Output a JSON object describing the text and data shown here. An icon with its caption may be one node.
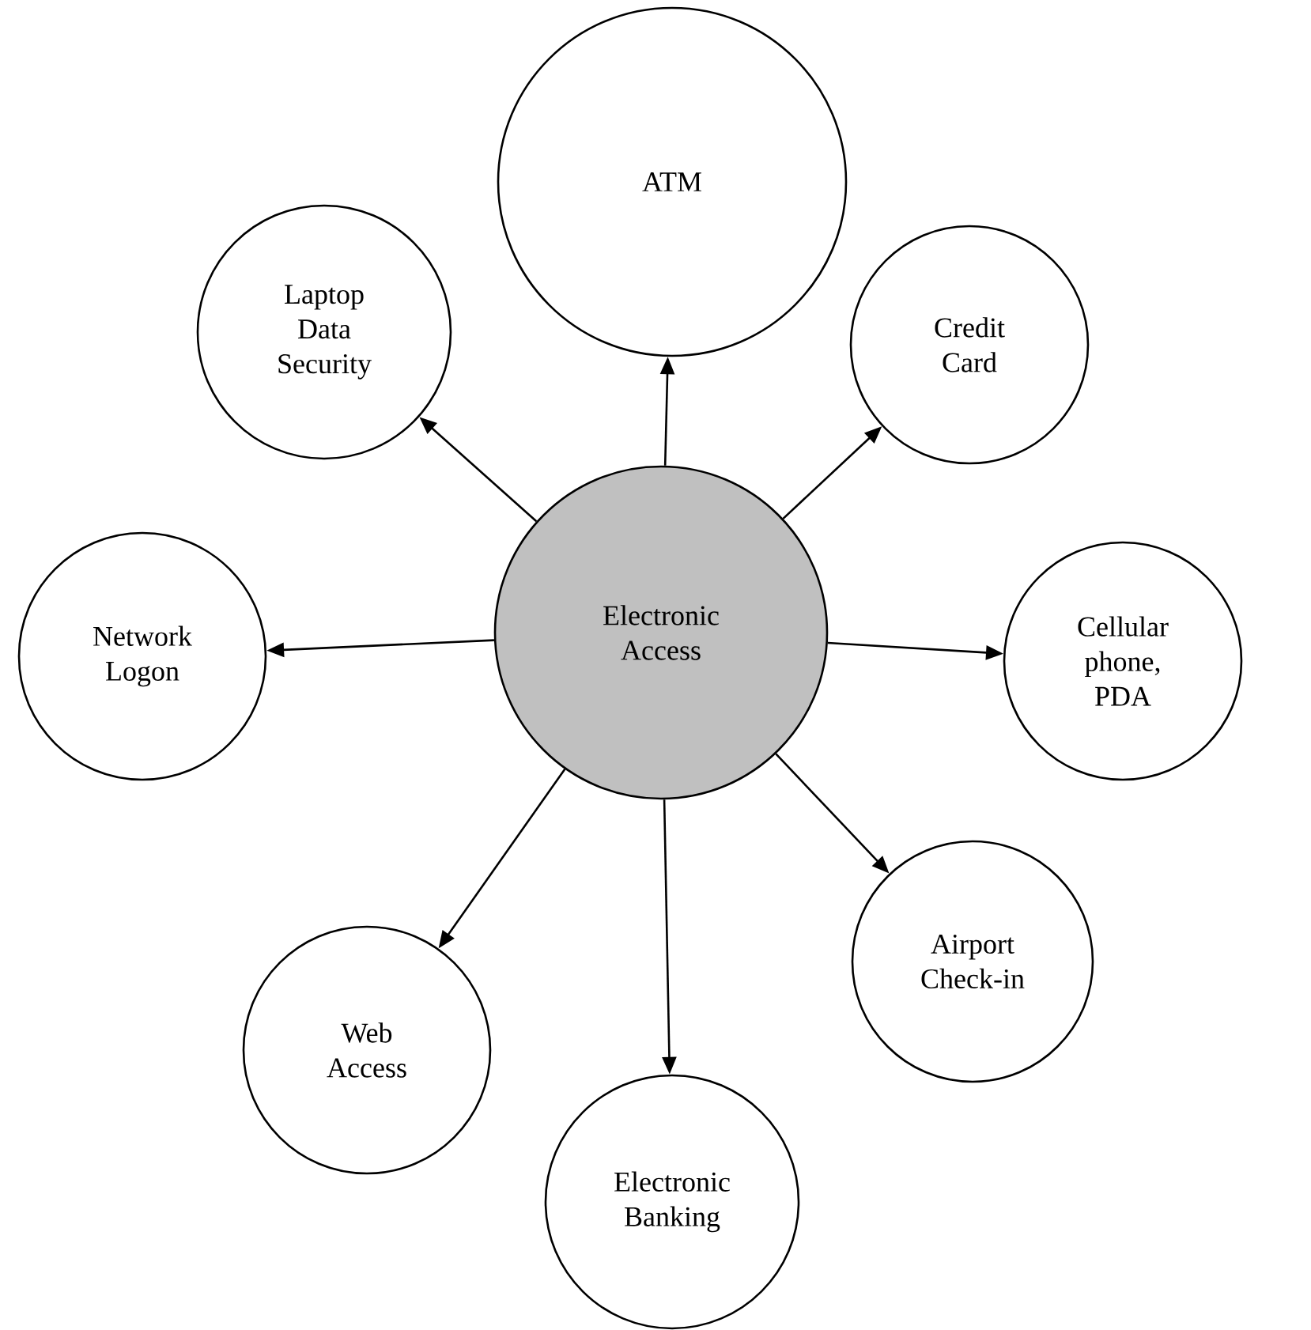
{
  "diagram": {
    "nodes": [
      {
        "text": [
          "Electronic Access"
        ]
      },
      {
        "text": [
          "ATM"
        ]
      },
      {
        "text": [
          "Credit Card"
        ]
      },
      {
        "text": [
          "Cellular phone, PDA"
        ]
      },
      {
        "text": [
          "Airport Check-in"
        ]
      },
      {
        "text": [
          "Electronic Banking"
        ]
      },
      {
        "text": [
          "Web Access"
        ]
      },
      {
        "text": [
          "Network Logon"
        ]
      },
      {
        "text": [
          "Laptop Data Security"
        ]
      }
    ],
    "edges": [
      {
        "from": 0,
        "to": 1,
        "arrow": "to"
      },
      {
        "from": 0,
        "to": 2,
        "arrow": "to"
      },
      {
        "from": 0,
        "to": 3,
        "arrow": "to"
      },
      {
        "from": 0,
        "to": 4,
        "arrow": "to"
      },
      {
        "from": 0,
        "to": 5,
        "arrow": "to"
      },
      {
        "from": 0,
        "to": 6,
        "arrow": "to"
      },
      {
        "from": 0,
        "to": 7,
        "arrow": "to"
      },
      {
        "from": 0,
        "to": 8,
        "arrow": "to"
      }
    ]
  }
}
